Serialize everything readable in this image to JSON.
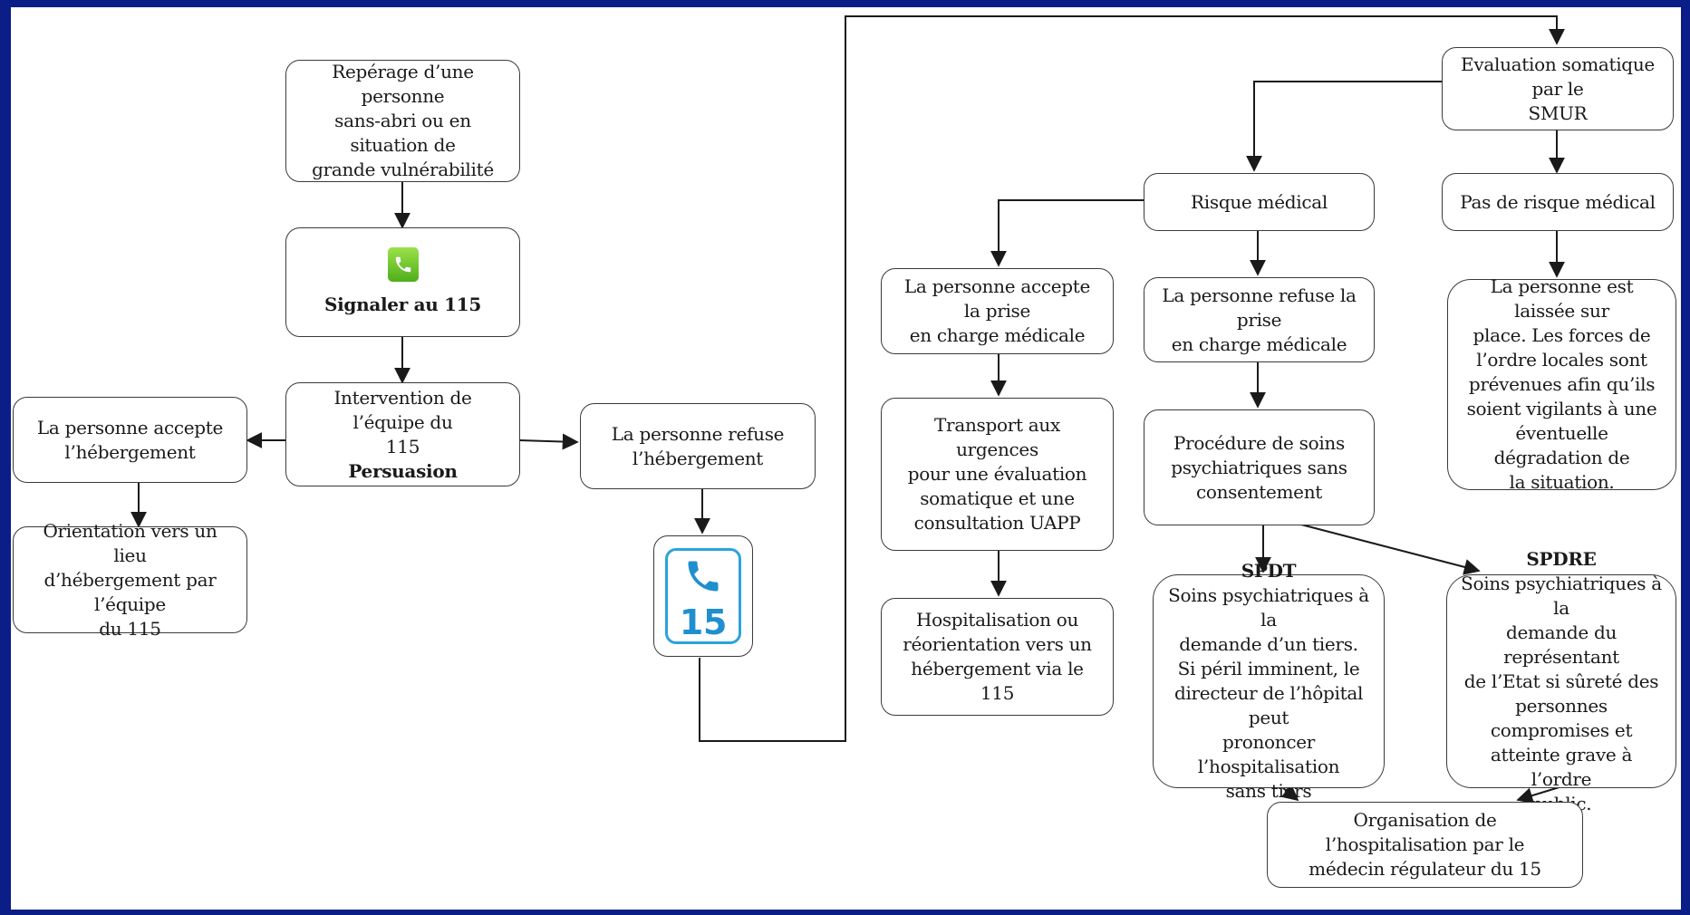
{
  "nodes": {
    "reperage": "Repérage d’une personne\nsans-abri ou en situation de\ngrande vulnérabilité",
    "signaler": "Signaler au 115",
    "intervention": "Intervention de l’équipe du\n115",
    "persuasion": "Persuasion",
    "accepte_heb": "La personne accepte\nl’hébergement",
    "orientation": "Orientation vers un lieu\nd’hébergement par l’équipe\ndu 115",
    "refuse_heb": "La personne refuse\nl’hébergement",
    "icon15_number": "15",
    "evaluation": "Evaluation somatique par le\nSMUR",
    "risque": "Risque médical",
    "pas_risque": "Pas de risque médical",
    "accepte_pec": "La personne accepte la prise\nen charge médicale",
    "refuse_pec": "La personne refuse la prise\nen charge médicale",
    "laissee": "La personne est laissée sur\nplace. Les forces de\nl’ordre locales sont\nprévenues afin qu’ils\nsoient vigilants à une\néventuelle dégradation de\nla situation.",
    "transport": "Transport aux urgences\npour une évaluation\nsomatique et une\nconsultation UAPP",
    "procedure": "Procédure de soins\npsychiatriques sans\nconsentement",
    "hospitalisation": "Hospitalisation ou\nréorientation vers un\nhébergement via le 115",
    "spdt_title": "SPDT",
    "spdt_text": "Soins psychiatriques à la\ndemande d’un tiers.\nSi péril imminent, le\ndirecteur de l’hôpital peut\nprononcer l’hospitalisation\nsans tiers",
    "spdre_title": "SPDRE",
    "spdre_text": "Soins psychiatriques à la\ndemande du représentant\nde l’Etat si sûreté des\npersonnes compromises et\natteinte grave à l’ordre\npublic.",
    "organisation": "Organisation de l’hospitalisation par le\nmédecin régulateur du 15"
  },
  "icons": {
    "signaler": "phone-icon",
    "samu": "phone-15-icon"
  },
  "colors": {
    "background_frame": "#0b1d86",
    "phone_green": "#6cc42a",
    "samu_blue": "#1f8fd0"
  }
}
